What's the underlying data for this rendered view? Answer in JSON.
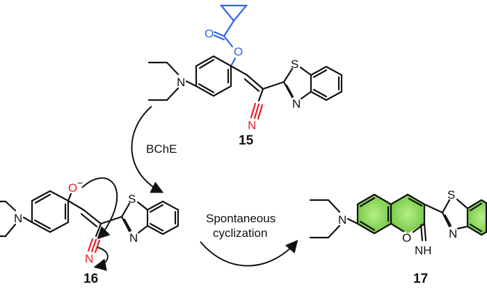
{
  "compounds": {
    "c15": {
      "label": "15"
    },
    "c16": {
      "label": "16"
    },
    "c17": {
      "label": "17"
    }
  },
  "atoms": {
    "N": "N",
    "O": "O",
    "S": "S",
    "NH": "NH",
    "minus": "−"
  },
  "arrows": {
    "enzyme": "BChE",
    "step2_line1": "Spontaneous",
    "step2_line2": "cyclization"
  },
  "colors": {
    "ester": "#2f63e8",
    "nitrile": "#e8202a",
    "highlight": "#8fd85a"
  }
}
